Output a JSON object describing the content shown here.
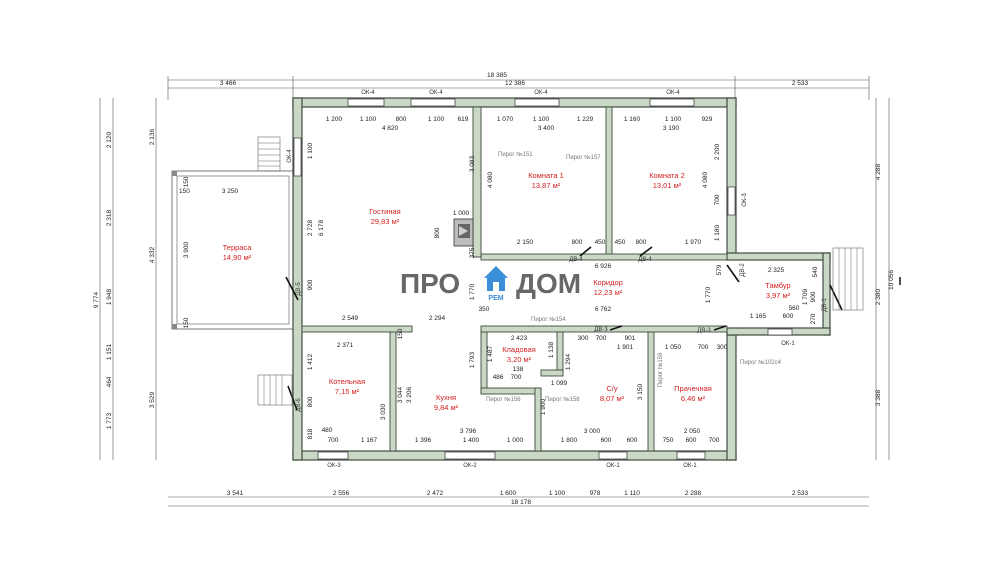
{
  "overall": {
    "top_total": "18 385",
    "top_left": "3 466",
    "top_mid": "12 386",
    "top_right": "2 533",
    "bottom_total": "18 178",
    "bottom_segments": [
      "3 541",
      "2 556",
      "2 472",
      "1 600",
      "1 100",
      "978",
      "1 110",
      "2 288",
      "2 533"
    ],
    "left_total": "9 774",
    "left_segs": [
      "2 136",
      "4 332",
      "3 529"
    ],
    "left_fine": [
      "2 120",
      "2 318",
      "1 948",
      "1 151",
      "464",
      "1 773"
    ],
    "right_total": "10 056",
    "right_segs": [
      "4 288",
      "2 380",
      "3 388"
    ]
  },
  "rooms": [
    {
      "id": "gostinaya",
      "name": "Гостиная",
      "area": "29,83 м²"
    },
    {
      "id": "komnata1",
      "name": "Комната 1",
      "area": "13,87 м²"
    },
    {
      "id": "komnata2",
      "name": "Комната 2",
      "area": "13,01 м²"
    },
    {
      "id": "terrasa",
      "name": "Терраса",
      "area": "14,90 м²"
    },
    {
      "id": "koridor",
      "name": "Коридор",
      "area": "12,23 м²"
    },
    {
      "id": "tambur",
      "name": "Тамбур",
      "area": "3,97 м²"
    },
    {
      "id": "kladovaya",
      "name": "Кладовая",
      "area": "3,20 м²"
    },
    {
      "id": "kotelnaya",
      "name": "Котельная",
      "area": "7,15 м²"
    },
    {
      "id": "kuhnya",
      "name": "Кухня",
      "area": "9,84 м²"
    },
    {
      "id": "su",
      "name": "С/у",
      "area": "8,07 м²"
    },
    {
      "id": "prachechnaya",
      "name": "Прачечная",
      "area": "6,46 м²"
    }
  ],
  "windows": {
    "ok4": "ОК-4",
    "ok3": "ОК-3",
    "ok2": "ОК-2",
    "ok1": "ОК-1"
  },
  "doors": {
    "dv4": "ДВ-4",
    "dv3": "ДВ-3",
    "dv2": "ДВ-2",
    "dv1": "ДВ-1",
    "dv6": "ДВ-6",
    "dv5": "ДВ-5"
  },
  "pirogs": {
    "p151": "Пирог №151",
    "p157": "Пирог №157",
    "p154": "Пирог №154",
    "p156": "Пирог №156",
    "p158": "Пирог №158",
    "p159": "Пирог №159",
    "p102": "Пирог №102с4"
  },
  "inner_dims": {
    "top_row": [
      "1 200",
      "1 100",
      "800",
      "1 100",
      "619",
      "1 070",
      "1 100",
      "1 229",
      "1 160",
      "1 100",
      "929"
    ],
    "top_row2": [
      "4 820",
      "3 400",
      "3 190"
    ],
    "gost_h": "6 178",
    "v3083": "3 083",
    "k1_h": "4 080",
    "k2_h": "4 080",
    "k2_s1": "2 200",
    "k2_s2": "700",
    "k2_s3": "1 180",
    "stove_w": "1 000",
    "stove_h": "800",
    "v375": "375",
    "k1_b": [
      "2 150",
      "800",
      "450"
    ],
    "k2_b": [
      "450",
      "800",
      "1 970"
    ],
    "kor_w": "6 926",
    "kor_w2": "6 762",
    "kor_h": "1 770",
    "v350": "350",
    "v579": "579",
    "v1770": "1 770",
    "tam_w": "2 325",
    "tam_s": [
      "1 709",
      "900",
      "270"
    ],
    "v540": "540",
    "tam_b": [
      "1 165",
      "600",
      "560"
    ],
    "gost_v": [
      "2 728",
      "900",
      "1 100"
    ],
    "gost_b": [
      "2 549",
      "2 294"
    ],
    "ter_w": "3 250",
    "ter_h": "3 900",
    "ter_s": [
      "150",
      "150",
      "150"
    ],
    "kot_w": "2 371",
    "kot_h": "3 030",
    "kot_s": [
      "1 412",
      "800",
      "480",
      "818"
    ],
    "kot_b": [
      "700",
      "1 167"
    ],
    "kuh_h": [
      "3 044",
      "3 206"
    ],
    "kuh_b": [
      "1 396",
      "1 400",
      "1 000",
      "3 796"
    ],
    "v150": "150",
    "v1793": "1 793",
    "kl": [
      "2 423",
      "1 487",
      "1 138",
      "138",
      "486",
      "700",
      "1 099",
      "1 294"
    ],
    "su": [
      "300",
      "700",
      "901",
      "1 901",
      "1 099",
      "1 900",
      "3 150",
      "3 000",
      "1 800",
      "600",
      "600"
    ],
    "pr": [
      "1 050",
      "700",
      "300",
      "2 050",
      "750",
      "600",
      "700"
    ],
    "kladovaya_w": "2 423"
  },
  "watermark": {
    "left": "ПРО",
    "right": "ДОМ",
    "sub": "РЕМ"
  }
}
